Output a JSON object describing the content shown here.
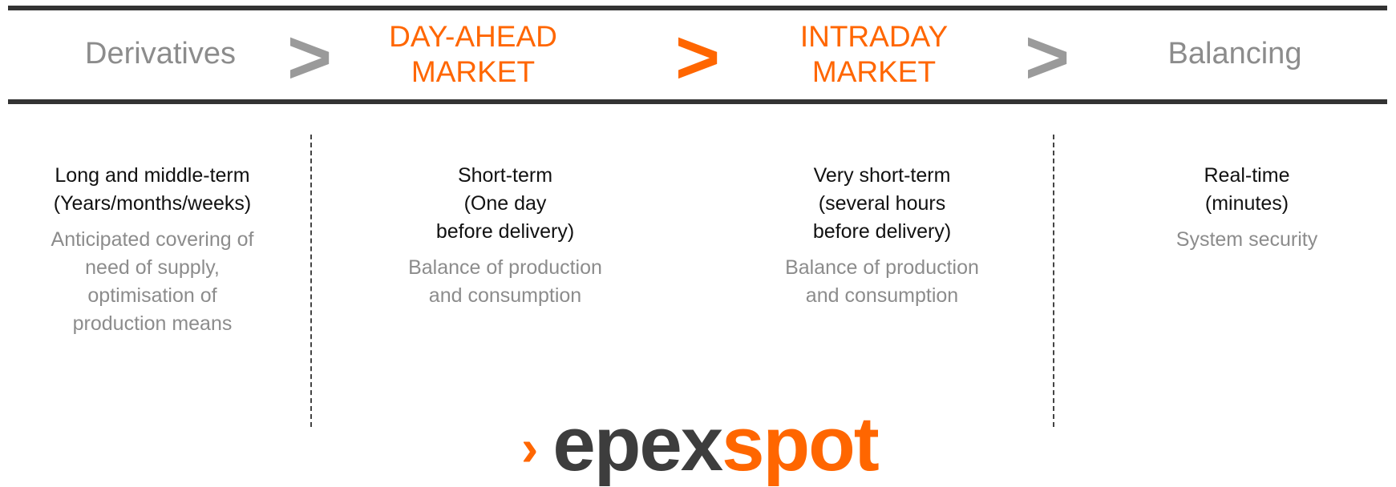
{
  "colors": {
    "accent": "#ff6600",
    "muted": "#8c8c8c",
    "dark": "#333333"
  },
  "stages": [
    {
      "label": "Derivatives",
      "highlight": false
    },
    {
      "label_lines": [
        "DAY-AHEAD",
        "MARKET"
      ],
      "highlight": true
    },
    {
      "label_lines": [
        "INTRADAY",
        "MARKET"
      ],
      "highlight": true
    },
    {
      "label": "Balancing",
      "highlight": false
    }
  ],
  "arrows": [
    ">",
    ">",
    ">"
  ],
  "columns": [
    {
      "horizon": [
        "Long and middle-term",
        "(Years/months/weeks)"
      ],
      "purpose": [
        "Anticipated covering of",
        "need of supply,",
        "optimisation of",
        "production means"
      ]
    },
    {
      "horizon": [
        "Short-term",
        "(One day",
        "before delivery)"
      ],
      "purpose": [
        "Balance of production",
        "and consumption"
      ]
    },
    {
      "horizon": [
        "Very short-term",
        "(several hours",
        "before delivery)"
      ],
      "purpose": [
        "Balance of production",
        "and consumption"
      ]
    },
    {
      "horizon": [
        "Real-time",
        "(minutes)"
      ],
      "purpose": [
        "System security"
      ]
    }
  ],
  "logo": {
    "mark": "›",
    "part1": "epex",
    "part2": "spot"
  }
}
